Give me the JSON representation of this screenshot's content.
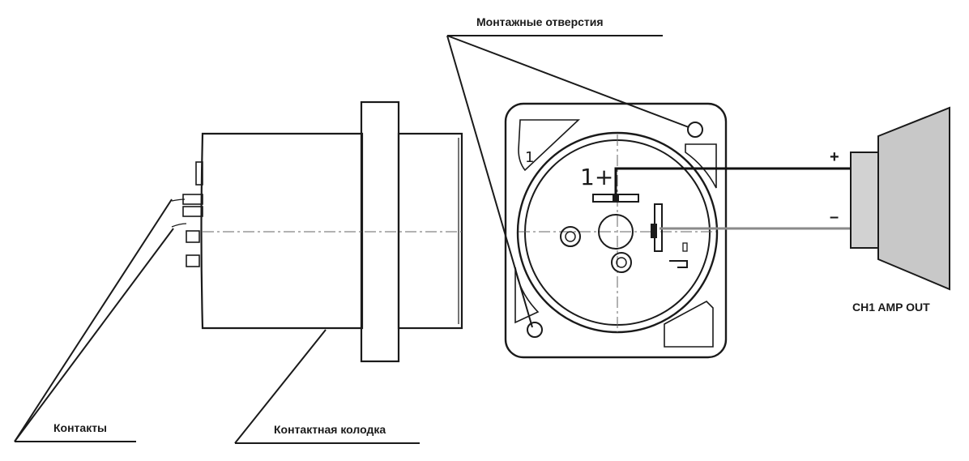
{
  "labels": {
    "mounting_holes": "Монтажные отверстия",
    "contacts": "Контакты",
    "contact_block": "Контактная колодка",
    "amp_out": "CH1 AMP OUT",
    "plus": "+",
    "minus": "–",
    "pin1_mark": "1+",
    "corner_mark": "1"
  },
  "colors": {
    "ink": "#1a1a1a",
    "wire_positive": "#111111",
    "wire_negative": "#8a8a8a",
    "speaker_fill": "#c8c8c8",
    "speaker_neck": "#d2d2d2"
  }
}
